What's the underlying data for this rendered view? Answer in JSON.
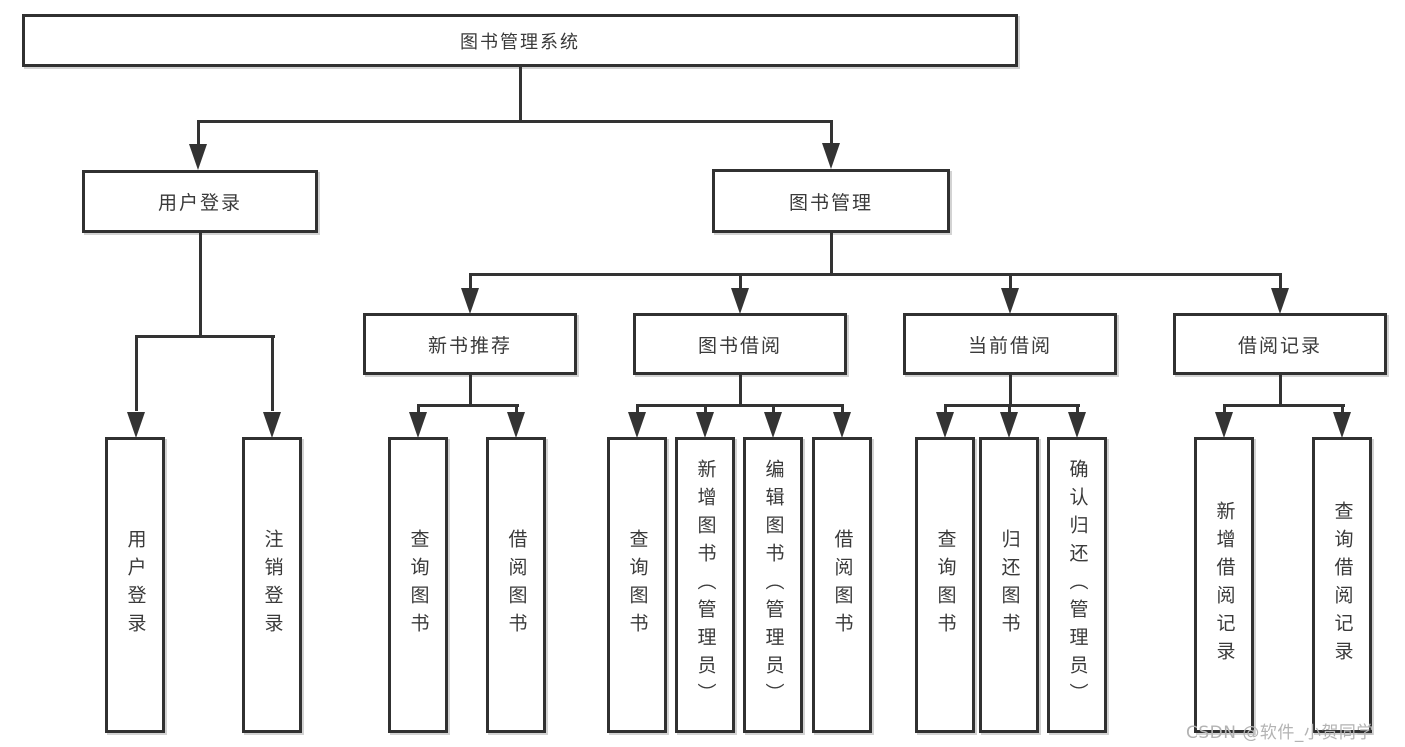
{
  "tree": {
    "label": "图书管理系统",
    "children": [
      {
        "label": "用户登录",
        "children": [
          {
            "label": "用户登录"
          },
          {
            "label": "注销登录"
          }
        ]
      },
      {
        "label": "图书管理",
        "children": [
          {
            "label": "新书推荐",
            "children": [
              {
                "label": "查询图书"
              },
              {
                "label": "借阅图书"
              }
            ]
          },
          {
            "label": "图书借阅",
            "children": [
              {
                "label": "查询图书"
              },
              {
                "label": "新增图书（管理员）"
              },
              {
                "label": "编辑图书（管理员）"
              },
              {
                "label": "借阅图书"
              }
            ]
          },
          {
            "label": "当前借阅",
            "children": [
              {
                "label": "查询图书"
              },
              {
                "label": "归还图书"
              },
              {
                "label": "确认归还（管理员）"
              }
            ]
          },
          {
            "label": "借阅记录",
            "children": [
              {
                "label": "新增借阅记录"
              },
              {
                "label": "查询借阅记录"
              }
            ]
          }
        ]
      }
    ]
  },
  "watermark": {
    "text": "CSDN @软件_小贺同学"
  },
  "colors": {
    "line": "#333333",
    "box_border": "#313131",
    "text": "#3a3a3a",
    "background": "#ffffff",
    "watermark": "#b3b3b3"
  }
}
